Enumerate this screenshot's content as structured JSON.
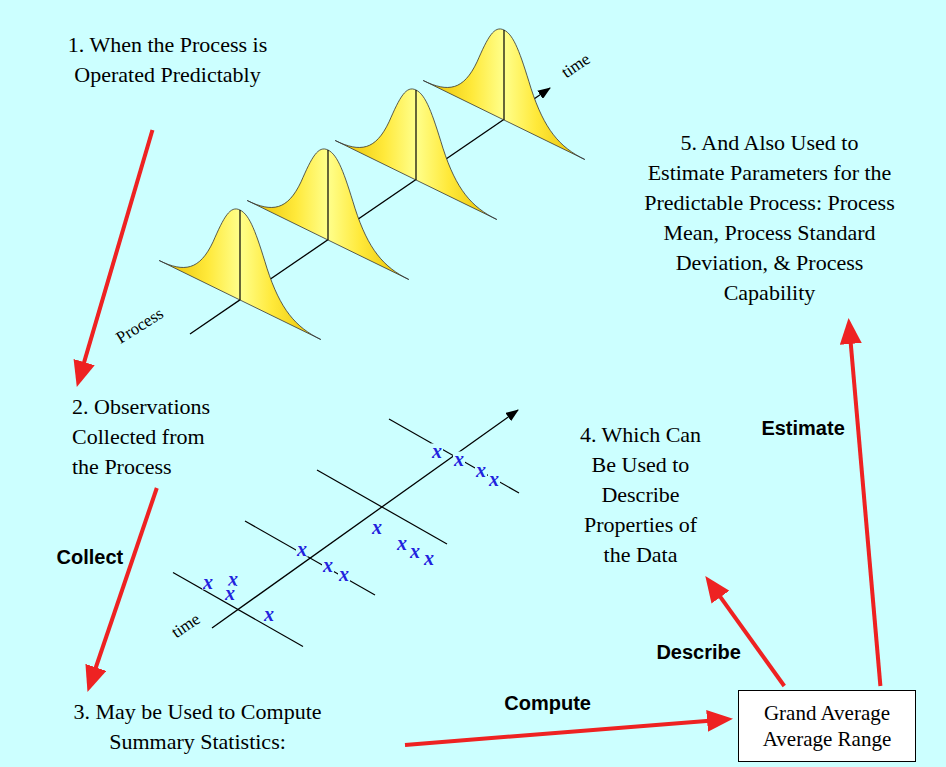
{
  "diagram": {
    "nodes": [
      {
        "text": [
          "1. When the Process is Operated Predictably"
        ]
      },
      {
        "text": [
          "2. Observations Collected from the Process"
        ]
      },
      {
        "text": [
          "3. May be Used to Compute Summary Statistics:"
        ]
      },
      {
        "text": [
          "Grand Average",
          "Average Range"
        ]
      },
      {
        "text": [
          "4. Which Can Be Used to Describe Properties of the Data"
        ]
      },
      {
        "text": [
          "5. And Also Used to Estimate Parameters for the Predictable Process: Process Mean, Process Standard Deviation, & Process Capability"
        ]
      }
    ],
    "edges": [
      {
        "from": 0,
        "to": 1,
        "arrow": "to"
      },
      {
        "from": 1,
        "to": 2,
        "label": "Collect",
        "arrow": "to"
      },
      {
        "from": 2,
        "to": 3,
        "label": "Compute",
        "arrow": "to"
      },
      {
        "from": 3,
        "to": 4,
        "label": "Describe",
        "arrow": "to"
      },
      {
        "from": 3,
        "to": 5,
        "label": "Estimate",
        "arrow": "to"
      }
    ],
    "labels": [
      "Process",
      "time",
      "time",
      "x",
      "x",
      "x",
      "x",
      "x",
      "x",
      "x",
      "x",
      "x",
      "x",
      "x",
      "x",
      "x",
      "x",
      "x"
    ]
  }
}
